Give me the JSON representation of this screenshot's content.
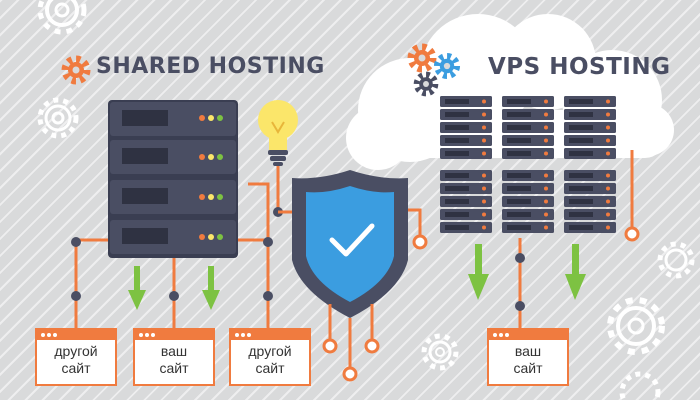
{
  "headings": {
    "shared": "SHARED HOSTING",
    "vps": "VPS HOSTING"
  },
  "sites": [
    {
      "line1": "другой",
      "line2": "сайт"
    },
    {
      "line1": "ваш",
      "line2": "сайт"
    },
    {
      "line1": "другой",
      "line2": "сайт"
    },
    {
      "line1": "ваш",
      "line2": "сайт"
    }
  ],
  "colors": {
    "orange": "#f07b3f",
    "server_dark": "#4a4e63",
    "green_arrow": "#7dc242",
    "shield_blue": "#3b9de0",
    "bulb_yellow": "#fbe66a"
  },
  "icons": [
    "gear-icon",
    "lightbulb-icon",
    "shield-check-icon",
    "cloud-icon",
    "server-rack-icon",
    "down-arrow-icon"
  ]
}
